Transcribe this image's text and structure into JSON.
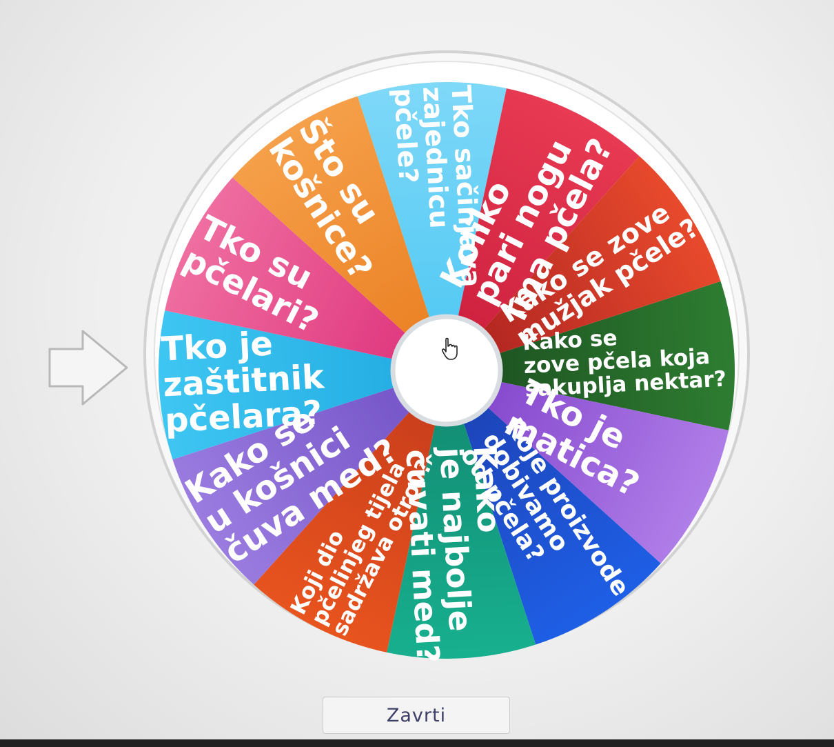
{
  "wheel": {
    "start_angle_deg": 72,
    "sectors": [
      {
        "lines": [
          "Kako se",
          "zove pčela koja",
          "sakuplja nektar?"
        ],
        "color": "#2e7d32",
        "color_dark": "#1b4d1f"
      },
      {
        "lines": [
          "Tko je",
          "matica?"
        ],
        "color": "#b07ee8",
        "color_dark": "#7e3fc9"
      },
      {
        "lines": [
          "Koje proizvode",
          "dobivamo",
          "od pčela?"
        ],
        "color": "#1e5fe6",
        "color_dark": "#1d3fb0"
      },
      {
        "lines": [
          "Kako",
          "je najbolje",
          "čuvati med?"
        ],
        "color": "#17b08f",
        "color_dark": "#12876f"
      },
      {
        "lines": [
          "Koji dio",
          "pčelinjeg tijela",
          "sadržava otrov?"
        ],
        "color": "#e8541e",
        "color_dark": "#c43a1b"
      },
      {
        "lines": [
          "Kako se",
          "u košnici",
          "čuva med?"
        ],
        "color": "#9a7ce0",
        "color_dark": "#6f4fc4"
      },
      {
        "lines": [
          "Tko je",
          "zaštitnik",
          "pčelara?"
        ],
        "color": "#3fc6f2",
        "color_dark": "#1fa9e0"
      },
      {
        "lines": [
          "Tko su",
          "pčelari?"
        ],
        "color": "#ef6ea0",
        "color_dark": "#dd2f79"
      },
      {
        "lines": [
          "Što su",
          "košnice?"
        ],
        "color": "#f5a04a",
        "color_dark": "#ea7c1f"
      },
      {
        "lines": [
          "Tko sačinjava",
          "zajednicu",
          "pčele?"
        ],
        "color": "#7fd8f8",
        "color_dark": "#4cc7f3"
      },
      {
        "lines": [
          "Koliko",
          "pari nogu",
          "ima pčela?"
        ],
        "color": "#e83a52",
        "color_dark": "#c91d3c"
      },
      {
        "lines": [
          "Kako se zove",
          "mužjak pčele?"
        ],
        "color": "#e84a2c",
        "color_dark": "#a82020"
      }
    ]
  },
  "spin_button": {
    "label": "Zavrti"
  },
  "icons": {
    "pointer": "arrow-right-icon",
    "cursor": "hand-pointer-icon"
  }
}
